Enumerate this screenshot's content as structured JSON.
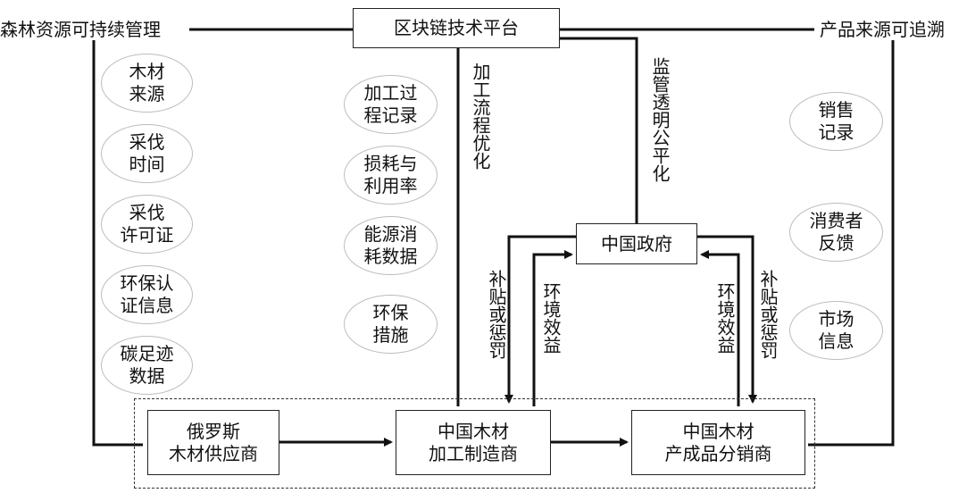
{
  "top_left_label": "森林资源可持续管理",
  "top_right_label": "产品来源可追溯",
  "platform": "区块链技术平台",
  "left_ovals": [
    [
      "木材",
      "来源"
    ],
    [
      "采伐",
      "时间"
    ],
    [
      "采伐",
      "许可证"
    ],
    [
      "环保认",
      "证信息"
    ],
    [
      "碳足迹",
      "数据"
    ]
  ],
  "mid_ovals": [
    [
      "加工过",
      "程记录"
    ],
    [
      "损耗与",
      "利用率"
    ],
    [
      "能源消",
      "耗数据"
    ],
    [
      "环保",
      "措施"
    ]
  ],
  "right_ovals": [
    [
      "销售",
      "记录"
    ],
    [
      "消费者",
      "反馈"
    ],
    [
      "市场",
      "信息"
    ]
  ],
  "vertical_labels": {
    "process_opt": "加工流程优化",
    "regulation": "监管透明公平化",
    "subsidy_left": "补贴或惩罚",
    "env_left": "环境效益",
    "env_right": "环境效益",
    "subsidy_right": "补贴或惩罚"
  },
  "government": "中国政府",
  "supply_chain": [
    [
      "俄罗斯",
      "木材供应商"
    ],
    [
      "中国木材",
      "加工制造商"
    ],
    [
      "中国木材",
      "产成品分销商"
    ]
  ]
}
